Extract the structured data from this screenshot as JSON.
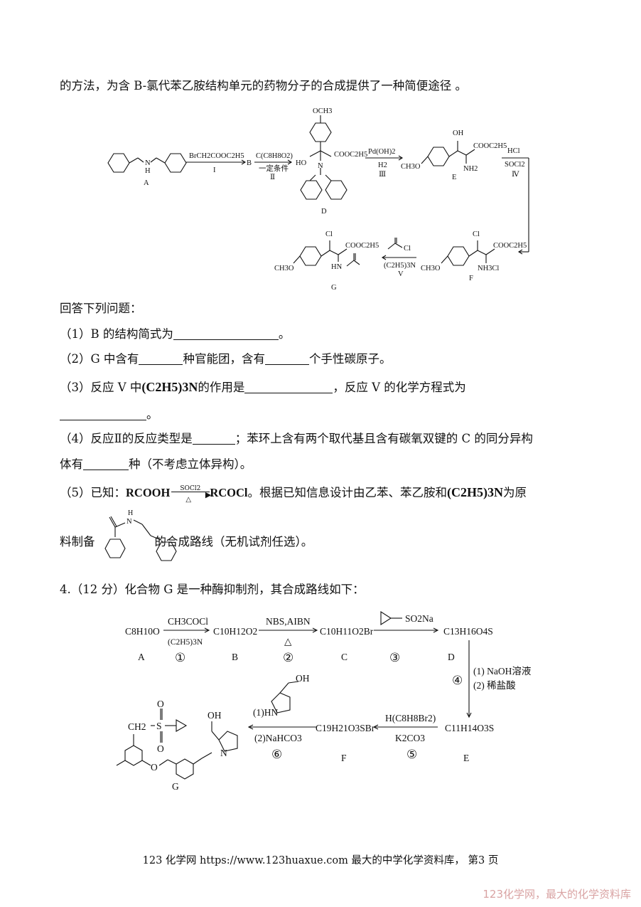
{
  "intro_text": "的方法，为含 B-氯代苯乙胺结构单元的药物分子的合成提供了一种简便途径 。",
  "scheme1": {
    "och3_top": "OCH3",
    "label_A": "A",
    "label_B": "B",
    "label_D": "D",
    "label_E": "E",
    "label_F": "F",
    "label_G": "G",
    "step1_reagent": "BrCH2COOC2H5",
    "step1_num": "I",
    "step2_reagent": "C(C8H8O2)",
    "step2_cond": "一定条件",
    "step2_num": "Ⅱ",
    "step3_reagent": "Pd(OH)2",
    "step3_cond": "H2",
    "step3_num": "Ⅲ",
    "step4_reagent": "HCl",
    "step4_cond": "SOCl2",
    "step4_num": "Ⅳ",
    "step5_reagent_cl": "Cl",
    "step5_cond": "(C2H5)3N",
    "step5_num": "V",
    "nh": "N",
    "h": "H",
    "ho": "HO",
    "oh": "OH",
    "cl": "Cl",
    "nh2": "NH2",
    "nh3cl": "NH3Cl",
    "ester": "COOC2H5",
    "ch3o": "CH3O",
    "n_label": "N",
    "hn": "HN"
  },
  "questions_heading": "回答下列问题：",
  "q1": {
    "a": "（1）B 的结构简式为",
    "b": "。"
  },
  "q2": {
    "a": "（2）G 中含有",
    "b": "种官能团，含有",
    "c": "个手性碳原子。"
  },
  "q3": {
    "a": "（3）反应 V 中",
    "formula": "(C2H5)3N",
    "b": "的作用是",
    "c": "，反应 V 的化学方程式为",
    "d": "。"
  },
  "q4": {
    "a": "（4）反应Ⅱ的反应类型是",
    "b": "；苯环上含有两个取代基且含有碳氧双键的 C 的同分异构",
    "c": "体有",
    "d": "种（不考虑立体异构）。"
  },
  "q5": {
    "a": "（5）已知：",
    "eq_left": "RCOOH",
    "eq_cond_top": "SOCl2",
    "eq_cond_bottom": "△",
    "eq_right": "RCOCl",
    "b": "。根据已知信息设计由乙苯、苯乙胺和",
    "formula": "(C2H5)3N",
    "c": "为原",
    "d": "料制备",
    "e": "的合成路线（无机试剂任选）。",
    "struct_h": "H",
    "struct_n": "N"
  },
  "problem4": {
    "title": "4.（12 分）化合物 G 是一种酶抑制剂，其合成路线如下："
  },
  "scheme2": {
    "A": "C8H10O",
    "B": "C10H12O2",
    "C": "C10H11O2Br",
    "D": "C13H16O4S",
    "E": "C11H14O3S",
    "F": "C19H21O3SBr",
    "label_A": "A",
    "label_B": "B",
    "label_C": "C",
    "label_D": "D",
    "label_E": "E",
    "label_F": "F",
    "label_G": "G",
    "r1_top": "CH3COCl",
    "r1_bottom": "(C2H5)3N",
    "r1_num": "①",
    "r2_top": "NBS,AIBN",
    "r2_bottom": "△",
    "r2_num": "②",
    "r3_top": "SO2Na",
    "r3_num": "③",
    "r4_a": "(1) NaOH溶液",
    "r4_b": "(2) 稀盐酸",
    "r4_num": "④",
    "r5_top": "H(C8H8Br2)",
    "r5_bottom": "K2CO3",
    "r5_num": "⑤",
    "r6_a": "(1)HN",
    "r6_oh": "OH",
    "r6_b": "(2)NaHCO3",
    "r6_num": "⑥",
    "g_ch2": "CH2",
    "g_s": "S",
    "g_o": "O",
    "g_n": "N",
    "g_oh": "OH"
  },
  "footer": "123 化学网 https://www.123huaxue.com 最大的中学化学资料库， 第3 页",
  "watermark": "123化学网，最大的化学资料库"
}
